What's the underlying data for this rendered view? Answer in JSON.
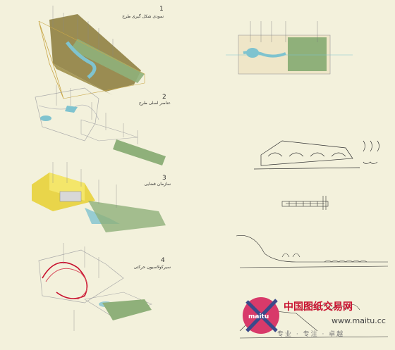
{
  "diagrams": [
    {
      "number": "1",
      "title": "نمودی شکل گیری طرح"
    },
    {
      "number": "2",
      "title": "عناصر اصلی طرح"
    },
    {
      "number": "3",
      "title": "سازمان فضایی"
    },
    {
      "number": "4",
      "title": "سیرکولاسیون حرکتی"
    }
  ],
  "watermark": {
    "logo": "maitu",
    "text": "中国图纸交易网",
    "url": "www.maitu.cc",
    "slogan": "专业 · 专注 · 卓越"
  },
  "colors": {
    "background": "#f3f1dc",
    "water": "#7fc3cf",
    "lawn": "#8fb07a",
    "yellow": "#e8d23a",
    "red": "#c8102e",
    "olive": "#8a7a3a"
  }
}
